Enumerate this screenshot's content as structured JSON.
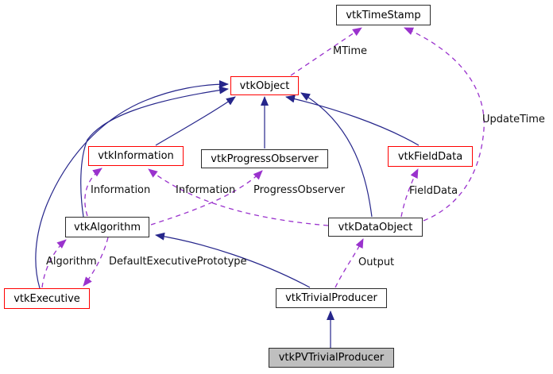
{
  "diagram": {
    "kind": "collaboration-graph",
    "colors": {
      "background": "#ffffff",
      "inheritance_edge": "#26268b",
      "usage_edge": "#9a32cd",
      "node_border": "#2b2b2b",
      "truncated_border": "#ff0000",
      "current_node_fill": "#bfbfbf"
    },
    "nodes": {
      "vtkTimeStamp": {
        "label": "vtkTimeStamp",
        "variant": "normal"
      },
      "vtkObject": {
        "label": "vtkObject",
        "variant": "truncated"
      },
      "vtkInformation": {
        "label": "vtkInformation",
        "variant": "truncated"
      },
      "vtkProgressObserver": {
        "label": "vtkProgressObserver",
        "variant": "normal"
      },
      "vtkFieldData": {
        "label": "vtkFieldData",
        "variant": "truncated"
      },
      "vtkAlgorithm": {
        "label": "vtkAlgorithm",
        "variant": "normal"
      },
      "vtkDataObject": {
        "label": "vtkDataObject",
        "variant": "normal"
      },
      "vtkExecutive": {
        "label": "vtkExecutive",
        "variant": "truncated"
      },
      "vtkTrivialProducer": {
        "label": "vtkTrivialProducer",
        "variant": "normal"
      },
      "vtkPVTrivialProducer": {
        "label": "vtkPVTrivialProducer",
        "variant": "current"
      }
    },
    "edges": [
      {
        "from": "vtkPVTrivialProducer",
        "to": "vtkTrivialProducer",
        "type": "inheritance",
        "label": ""
      },
      {
        "from": "vtkTrivialProducer",
        "to": "vtkAlgorithm",
        "type": "inheritance",
        "label": ""
      },
      {
        "from": "vtkAlgorithm",
        "to": "vtkObject",
        "type": "inheritance",
        "label": ""
      },
      {
        "from": "vtkExecutive",
        "to": "vtkObject",
        "type": "inheritance",
        "label": ""
      },
      {
        "from": "vtkInformation",
        "to": "vtkObject",
        "type": "inheritance",
        "label": ""
      },
      {
        "from": "vtkProgressObserver",
        "to": "vtkObject",
        "type": "inheritance",
        "label": ""
      },
      {
        "from": "vtkFieldData",
        "to": "vtkObject",
        "type": "inheritance",
        "label": ""
      },
      {
        "from": "vtkDataObject",
        "to": "vtkObject",
        "type": "inheritance",
        "label": ""
      },
      {
        "from": "vtkObject",
        "to": "vtkTimeStamp",
        "type": "usage",
        "label": "MTime"
      },
      {
        "from": "vtkDataObject",
        "to": "vtkTimeStamp",
        "type": "usage",
        "label": "UpdateTime"
      },
      {
        "from": "vtkAlgorithm",
        "to": "vtkInformation",
        "type": "usage",
        "label": "Information"
      },
      {
        "from": "vtkDataObject",
        "to": "vtkInformation",
        "type": "usage",
        "label": "Information"
      },
      {
        "from": "vtkAlgorithm",
        "to": "vtkProgressObserver",
        "type": "usage",
        "label": "ProgressObserver"
      },
      {
        "from": "vtkDataObject",
        "to": "vtkFieldData",
        "type": "usage",
        "label": "FieldData"
      },
      {
        "from": "vtkExecutive",
        "to": "vtkAlgorithm",
        "type": "usage",
        "label": "Algorithm"
      },
      {
        "from": "vtkAlgorithm",
        "to": "vtkExecutive",
        "type": "usage",
        "label": "DefaultExecutivePrototype"
      },
      {
        "from": "vtkTrivialProducer",
        "to": "vtkDataObject",
        "type": "usage",
        "label": "Output"
      }
    ]
  }
}
